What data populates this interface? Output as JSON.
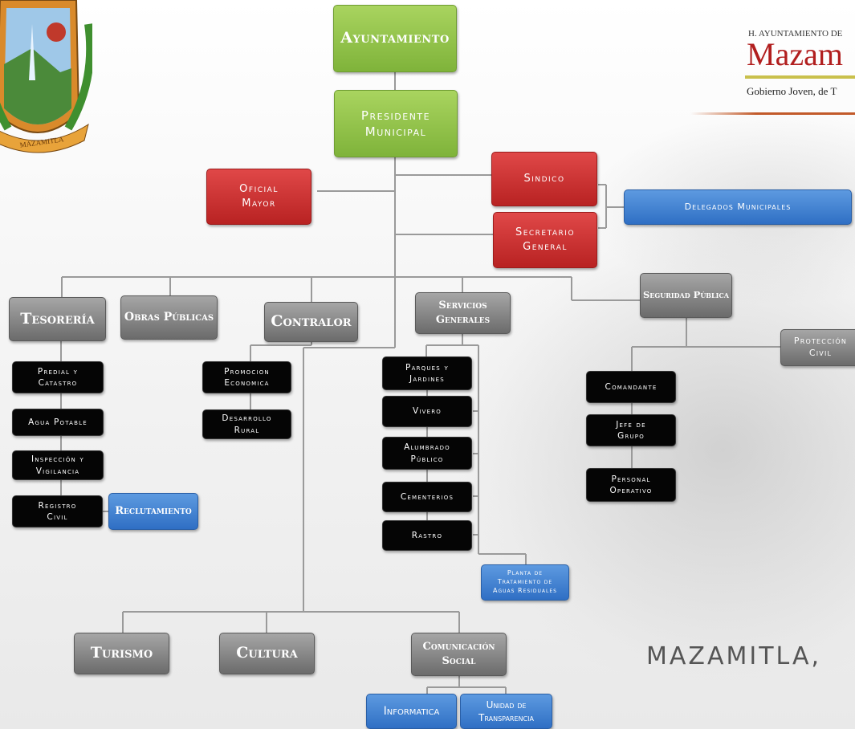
{
  "header": {
    "line1": "H. AYUNTAMIENTO DE",
    "name": "Mazam",
    "tagline": "Gobierno Joven, de T"
  },
  "seal": {
    "banner": "MAZAMITLA"
  },
  "nodes": {
    "ayuntamiento": "Ayuntamiento",
    "presidente": "Presidente\nMunicipal",
    "oficial_mayor": "Oficial\nMayor",
    "sindico": "Sindico",
    "secretario": "Secretario\nGeneral",
    "delegados": "Delegados Municipales",
    "tesoreria": "Tesorería",
    "obras": "Obras Públicas",
    "contralor": "Contralor",
    "servicios": "Servicios\nGenerales",
    "seguridad": "Seguridad Pública",
    "proteccion": "Protección\nCivil",
    "predial": "Predial y\nCatastro",
    "agua": "Agua Potable",
    "inspeccion": "Inspección y\nVigilancia",
    "registro": "Registro\nCivil",
    "reclutamiento": "Reclutamiento",
    "promocion": "Promocion\nEconomica",
    "desarrollo": "Desarrollo\nRural",
    "parques": "Parques y\nJardines",
    "vivero": "Vivero",
    "alumbrado": "Alumbrado\nPúblico",
    "cementerios": "Cementerios",
    "rastro": "Rastro",
    "planta": "Planta de\nTratamiento de\nAguas Residuales",
    "comandante": "Comandante",
    "jefe": "Jefe de\nGrupo",
    "personal": "Personal\nOperativo",
    "turismo": "Turismo",
    "cultura": "Cultura",
    "comunicacion": "Comunicación\nSocial",
    "informatica": "Informatica",
    "transparencia": "Unidad de\nTransparencia"
  },
  "footer": "MAZAMITLA,",
  "colors": {
    "green": "#8cc63f",
    "red": "#c62828",
    "blue": "#3a7bd5",
    "gray": "#7d7d7d",
    "black": "#000000"
  }
}
